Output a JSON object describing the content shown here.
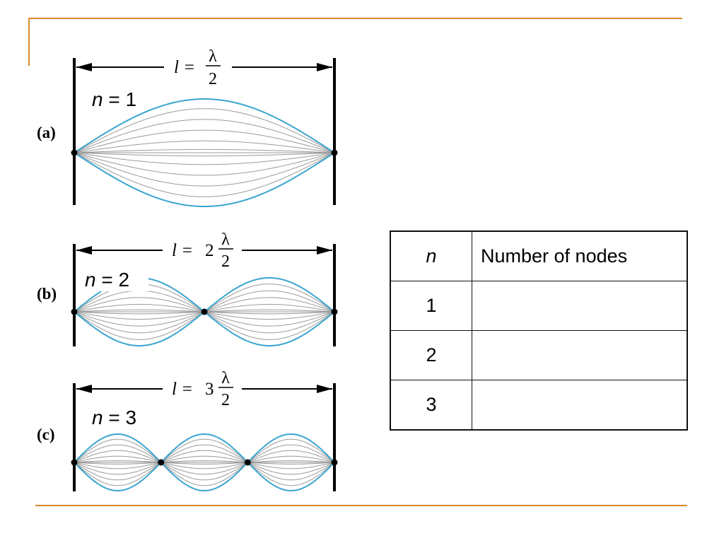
{
  "colors": {
    "accent": "#d98a2b",
    "envelope": "#3aa5cf",
    "inner_lines": "#9a9a9a",
    "ink": "#000000"
  },
  "panels": [
    {
      "label": "(a)",
      "length_prefix": "l =",
      "coefficient": "",
      "lambda": "λ",
      "denominator": "2",
      "mode_var": "n",
      "mode_eq": " = 1",
      "loops": 1
    },
    {
      "label": "(b)",
      "length_prefix": "l =",
      "coefficient": "2",
      "lambda": "λ",
      "denominator": "2",
      "mode_var": "n",
      "mode_eq": " = 2",
      "loops": 2
    },
    {
      "label": "(c)",
      "length_prefix": "l =",
      "coefficient": "3",
      "lambda": "λ",
      "denominator": "2",
      "mode_var": "n",
      "mode_eq": " = 3",
      "loops": 3
    }
  ],
  "table": {
    "headers": {
      "n": "n",
      "nodes": "Number of nodes"
    },
    "rows": [
      {
        "n": "1",
        "nodes": ""
      },
      {
        "n": "2",
        "nodes": ""
      },
      {
        "n": "3",
        "nodes": ""
      }
    ]
  }
}
